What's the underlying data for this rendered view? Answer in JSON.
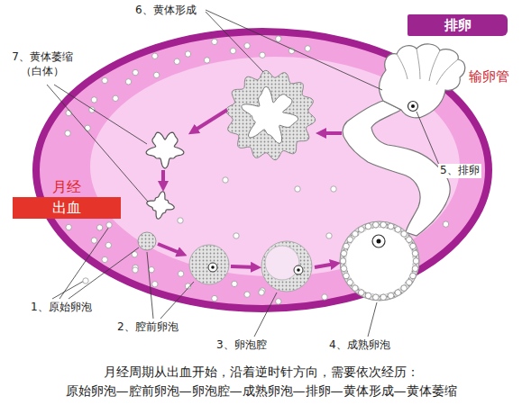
{
  "diagram": {
    "caption": "月经周期从出血开始，沿着逆时针方向，需要依次经历：",
    "nodes": [
      {
        "text": [
          "排卵"
        ]
      },
      {
        "text": [
          "月经",
          "出血"
        ]
      }
    ],
    "labels": [
      "6、黄体形成",
      "输卵管",
      "7、黄体萎缩 （白体）",
      "5、排卵",
      "1、原始卵泡",
      "2、腔前卵泡",
      "3、卵泡腔",
      "4、成熟卵泡",
      "原始卵泡—腔前卵泡—卵泡腔—成熟卵泡—排卵—黄体形成—黄体萎缩"
    ]
  }
}
